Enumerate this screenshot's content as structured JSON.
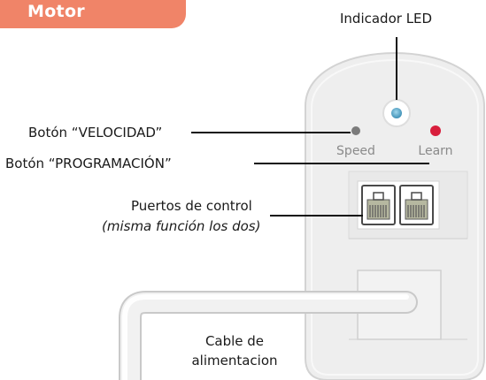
{
  "section_tab": {
    "label": "Motor"
  },
  "labels": {
    "led_indicator": "Indicador LED",
    "speed_button": "Botón “VELOCIDAD”",
    "learn_button": "Botón “PROGRAMACIÓN”",
    "control_ports": "Puertos de control",
    "control_ports_note": "(misma función los dos)",
    "power_cable_line1": "Cable de",
    "power_cable_line2": "alimentacion"
  },
  "device": {
    "speed_text": "Speed",
    "learn_text": "Learn"
  },
  "colors": {
    "tab": "#f08468",
    "device_body": "#eeeeee",
    "speed_dot": "#7b7b7b",
    "learn_dot": "#d81e3c",
    "led": "#3d8fb5",
    "port_inner": "#b6b8a0"
  }
}
